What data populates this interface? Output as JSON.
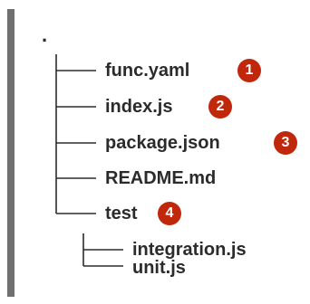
{
  "tree": {
    "root": ".",
    "entries": [
      {
        "name": "func.yaml",
        "callout": "1"
      },
      {
        "name": "index.js",
        "callout": "2"
      },
      {
        "name": "package.json",
        "callout": "3"
      },
      {
        "name": "README.md",
        "callout": ""
      },
      {
        "name": "test",
        "callout": "4"
      },
      {
        "name": "integration.js",
        "callout": ""
      },
      {
        "name": "unit.js",
        "callout": ""
      }
    ]
  },
  "colors": {
    "callout": "#c1270a",
    "text": "#2b2b2b",
    "bar": "#707070"
  }
}
